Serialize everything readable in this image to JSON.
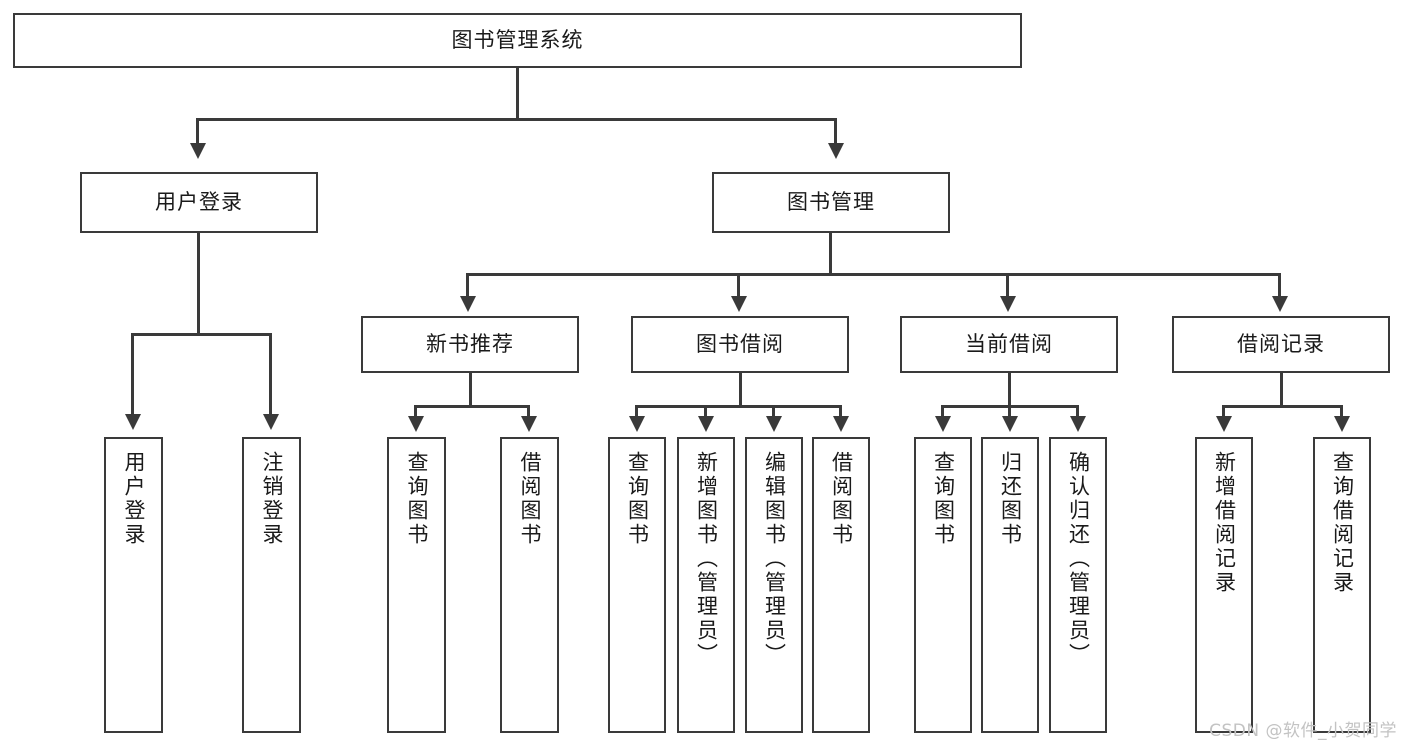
{
  "diagram": {
    "title": "图书管理系统",
    "type": "hierarchy-tree",
    "root": {
      "label": "图书管理系统"
    },
    "level1": [
      {
        "label": "用户登录"
      },
      {
        "label": "图书管理"
      }
    ],
    "level2": [
      {
        "label": "新书推荐"
      },
      {
        "label": "图书借阅"
      },
      {
        "label": "当前借阅"
      },
      {
        "label": "借阅记录"
      }
    ],
    "leaves": {
      "user_login": [
        {
          "label": "用户登录"
        },
        {
          "label": "注销登录"
        }
      ],
      "new_book": [
        {
          "label": "查询图书"
        },
        {
          "label": "借阅图书"
        }
      ],
      "borrow": [
        {
          "label": "查询图书"
        },
        {
          "label": "新增图书（管理员）"
        },
        {
          "label": "编辑图书（管理员）"
        },
        {
          "label": "借阅图书"
        }
      ],
      "current": [
        {
          "label": "查询图书"
        },
        {
          "label": "归还图书"
        },
        {
          "label": "确认归还（管理员）"
        }
      ],
      "records": [
        {
          "label": "新增借阅记录"
        },
        {
          "label": "查询借阅记录"
        }
      ]
    },
    "watermark": "CSDN @软件_小贺同学",
    "colors": {
      "border": "#3a3a3a",
      "text": "#1a1a1a",
      "background": "#ffffff",
      "watermark": "#c3c3c3"
    }
  }
}
